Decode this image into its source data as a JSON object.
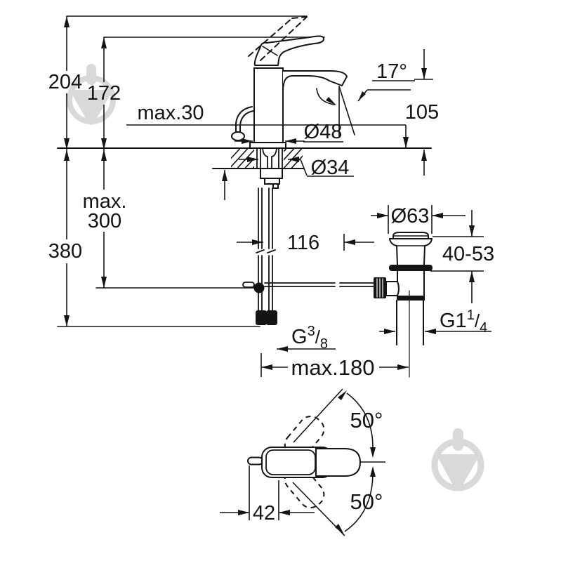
{
  "drawing": {
    "kind": "technical-dimension-drawing",
    "subject": "single-lever basin mixer with pop-up waste, side view and top view",
    "line_color": "#141414",
    "background": "#ffffff"
  },
  "watermark": {
    "symbol": "trowel-in-circle-logo",
    "color": "#d9d9d9"
  },
  "labels": {
    "height_overall": "204",
    "height_to_handle": "172",
    "deck_thickness_max": "max.30",
    "spout_angle": "17°",
    "spout_height": "105",
    "base_diameter": "Ø48",
    "hole_diameter": "Ø34",
    "below_deck_max_line1": "max.",
    "below_deck_max_line2": "300",
    "total_depth": "380",
    "spout_reach": "116",
    "waste_flange_diameter": "Ø63",
    "waste_clamp_range": "40-53",
    "center_distance_max": "max.180",
    "swivel_angle_upper": "50°",
    "swivel_angle_lower": "50°",
    "handle_rod_offset": "42",
    "supply_thread": {
      "prefix": "G",
      "numerator": "3",
      "slash": "/",
      "denominator": "8"
    },
    "waste_thread": {
      "prefix": "G1",
      "numerator": "1",
      "slash": "/",
      "denominator": "4"
    }
  }
}
